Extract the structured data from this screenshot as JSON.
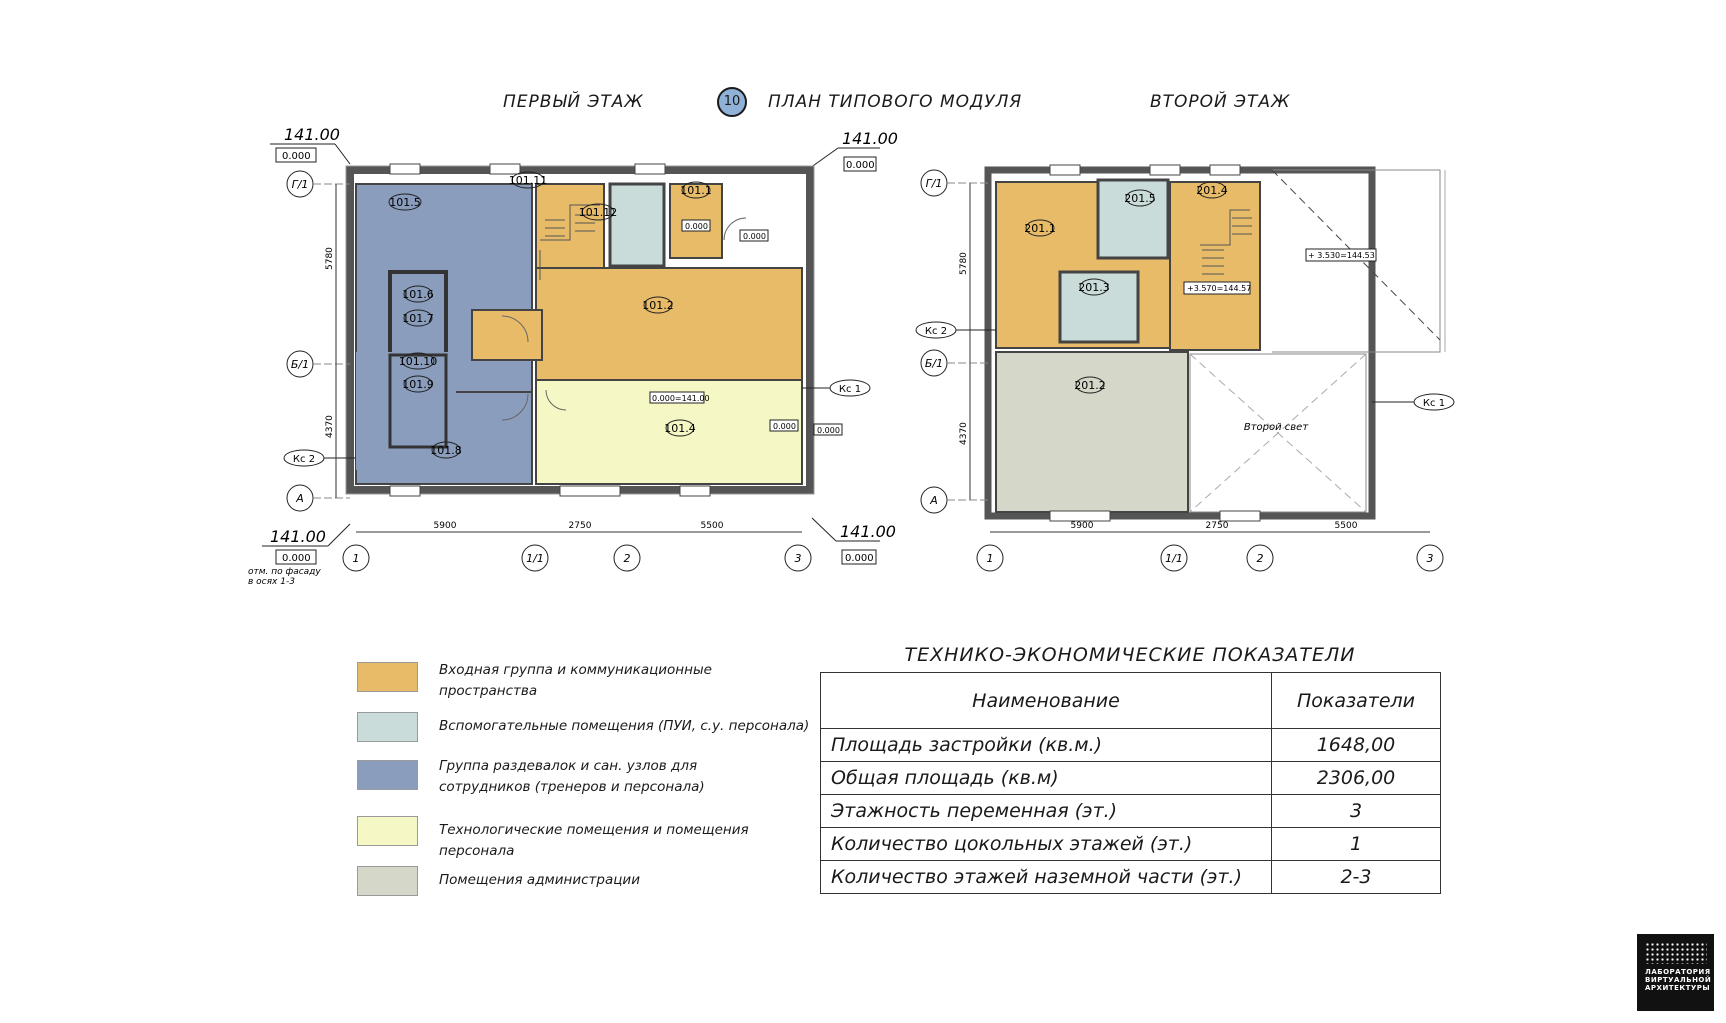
{
  "titles": {
    "first_floor": "ПЕРВЫЙ ЭТАЖ",
    "module_number": "10",
    "module_title": "ПЛАН ТИПОВОГО МОДУЛЯ",
    "second_floor": "ВТОРОЙ ЭТАЖ"
  },
  "colors": {
    "entrance": "#e8bb68",
    "auxiliary": "#c9dcd9",
    "locker": "#8a9dbd",
    "technical": "#f5f7c4",
    "admin": "#d5d7c9",
    "badge": "#8fb1d6"
  },
  "first_floor": {
    "levels": {
      "top_left": "141.00",
      "top_left_box": "0.000",
      "top_right": "141.00",
      "top_right_box": "0.000",
      "bottom_left": "141.00",
      "bottom_left_box": "0.000",
      "bottom_right": "141.00",
      "bottom_right_box": "0.000",
      "facade_note_1": "отм. по фасаду",
      "facade_note_2": "в осях 1-3"
    },
    "rooms": [
      "101.5",
      "101.11",
      "101.12",
      "101.1",
      "101.6",
      "101.7",
      "101.10",
      "101.9",
      "101.2",
      "101.8",
      "101.4"
    ],
    "marks": {
      "room_101_1_level": "0.000",
      "door_level": "0.000",
      "hall_level": "0.000=141.00",
      "hall_small_level": "0.000",
      "right_level": "0.000",
      "ks1": "Кс 1",
      "ks2": "Кс 2"
    },
    "axes_rows": [
      "Г/1",
      "Б/1",
      "А"
    ],
    "axes_cols": [
      "1",
      "1/1",
      "2",
      "3"
    ],
    "dims_vertical": [
      "5780",
      "4370"
    ],
    "dims_horizontal": [
      "5900",
      "2750",
      "5500"
    ]
  },
  "second_floor": {
    "rooms": [
      "201.5",
      "201.4",
      "201.1",
      "201.3",
      "201.2"
    ],
    "marks": {
      "stair_level": "+3.570=144.57",
      "terrace_level": "+ 3.530=144.53",
      "second_light": "Второй свет",
      "ks1": "Кс 1",
      "ks2": "Кс 2"
    },
    "axes_rows": [
      "Г/1",
      "Б/1",
      "А"
    ],
    "axes_cols": [
      "1",
      "1/1",
      "2",
      "3"
    ],
    "dims_vertical": [
      "5780",
      "4370"
    ],
    "dims_horizontal": [
      "5900",
      "2750",
      "5500"
    ]
  },
  "legend": [
    {
      "color_key": "entrance",
      "text": "Входная группа и коммуникационные\nпространства"
    },
    {
      "color_key": "auxiliary",
      "text": "Вспомогательные помещения (ПУИ, с.у. персонала)"
    },
    {
      "color_key": "locker",
      "text": "Группа раздевалок и сан. узлов для\nсотрудников (тренеров и персонала)"
    },
    {
      "color_key": "technical",
      "text": "Технологические помещения и помещения персонала"
    },
    {
      "color_key": "admin",
      "text": "Помещения администрации"
    }
  ],
  "tep": {
    "title": "ТЕХНИКО-ЭКОНОМИЧЕСКИЕ ПОКАЗАТЕЛИ",
    "header_name": "Наименование",
    "header_value": "Показатели",
    "rows": [
      {
        "name": "Площадь застройки (кв.м.)",
        "value": "1648,00"
      },
      {
        "name": "Общая площадь (кв.м)",
        "value": "2306,00"
      },
      {
        "name": "Этажность переменная (эт.)",
        "value": "3"
      },
      {
        "name": "Количество цокольных этажей (эт.)",
        "value": "1"
      },
      {
        "name": "Количество этажей наземной части (эт.)",
        "value": "2-3"
      }
    ]
  },
  "logo": {
    "text": "ЛАБОРАТОРИЯ\nВИРТУАЛЬНОЙ\nАРХИТЕКТУРЫ"
  }
}
